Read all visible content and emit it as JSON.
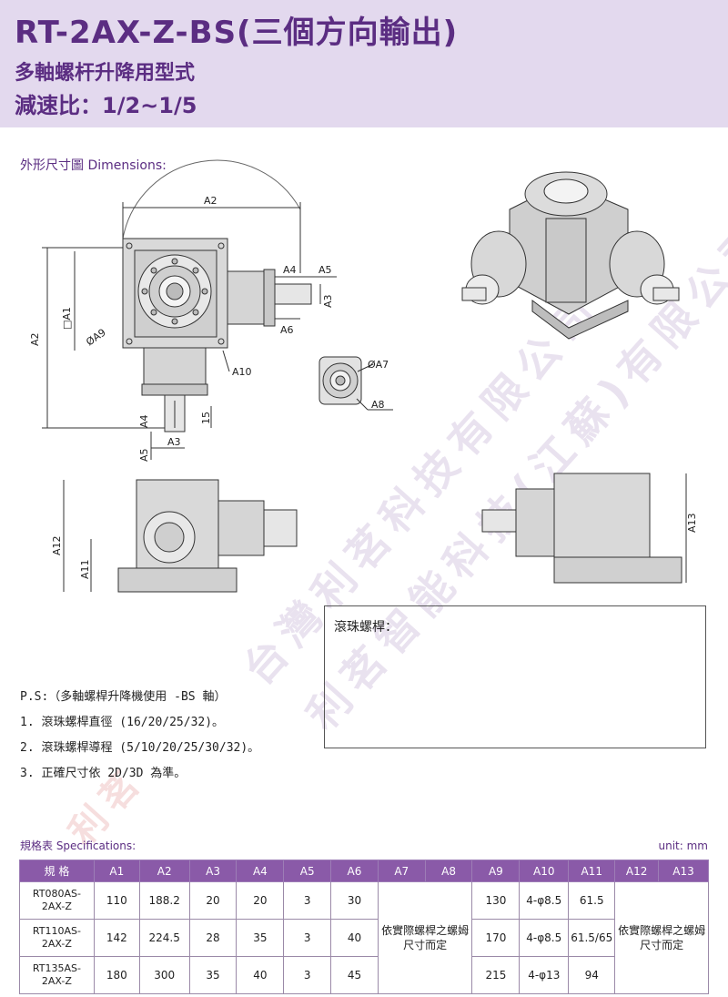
{
  "header": {
    "title": "RT-2AX-Z-BS(三個方向輸出)",
    "subtitle": "多軸螺杆升降用型式",
    "ratio": "減速比：1/2~1/5"
  },
  "dimensions_label": "外形尺寸圖 Dimensions:",
  "drawing_labels": {
    "a1": "A1",
    "a2": "A2",
    "a3": "A3",
    "a4": "A4",
    "a5": "A5",
    "a6": "A6",
    "a7": "A7",
    "a8": "A8",
    "a9": "A9",
    "a10": "A10",
    "a11": "A11",
    "a12": "A12",
    "a13": "A13",
    "fifteen": "15",
    "phi_a9": "ØA9",
    "phi_a7": "ØA7",
    "square_a1": "□A1"
  },
  "ballscrew": {
    "title": "滾珠螺桿："
  },
  "notes": {
    "ps": "P.S:（多軸螺桿升降機使用 -BS 軸）",
    "n1": "1. 滾珠螺桿直徑 (16/20/25/32)。",
    "n2": "2. 滾珠螺桿導程 (5/10/20/25/30/32)。",
    "n3": "3. 正確尺寸依 2D/3D 為準。"
  },
  "spec": {
    "label": "規格表 Specifications:",
    "unit": "unit: mm",
    "headers": [
      "規 格",
      "A1",
      "A2",
      "A3",
      "A4",
      "A5",
      "A6",
      "A7",
      "A8",
      "A9",
      "A10",
      "A11",
      "A12",
      "A13"
    ],
    "rows": [
      {
        "model": "RT080AS-2AX-Z",
        "a1": "110",
        "a2": "188.2",
        "a3": "20",
        "a4": "20",
        "a5": "3",
        "a6": "30",
        "a9": "130",
        "a10": "4-φ8.5",
        "a11": "61.5"
      },
      {
        "model": "RT110AS-2AX-Z",
        "a1": "142",
        "a2": "224.5",
        "a3": "28",
        "a4": "35",
        "a5": "3",
        "a6": "40",
        "a9": "170",
        "a10": "4-φ8.5",
        "a11": "61.5/65"
      },
      {
        "model": "RT135AS-2AX-Z",
        "a1": "180",
        "a2": "300",
        "a3": "35",
        "a4": "40",
        "a5": "3",
        "a6": "45",
        "a9": "215",
        "a10": "4-φ13",
        "a11": "94"
      }
    ],
    "merged_a7_a8": "依實際螺桿之螺姆尺寸而定",
    "merged_a12_a13": "依實際螺桿之螺姆尺寸而定"
  },
  "watermark": {
    "line1": "台灣利茗科技有限公司",
    "line2": "利茗智能科技(江蘇)有限公司",
    "brand": "利茗"
  },
  "colors": {
    "header_bg": "#e3d9ee",
    "title": "#5b2d82",
    "table_header": "#8a5aa8"
  }
}
